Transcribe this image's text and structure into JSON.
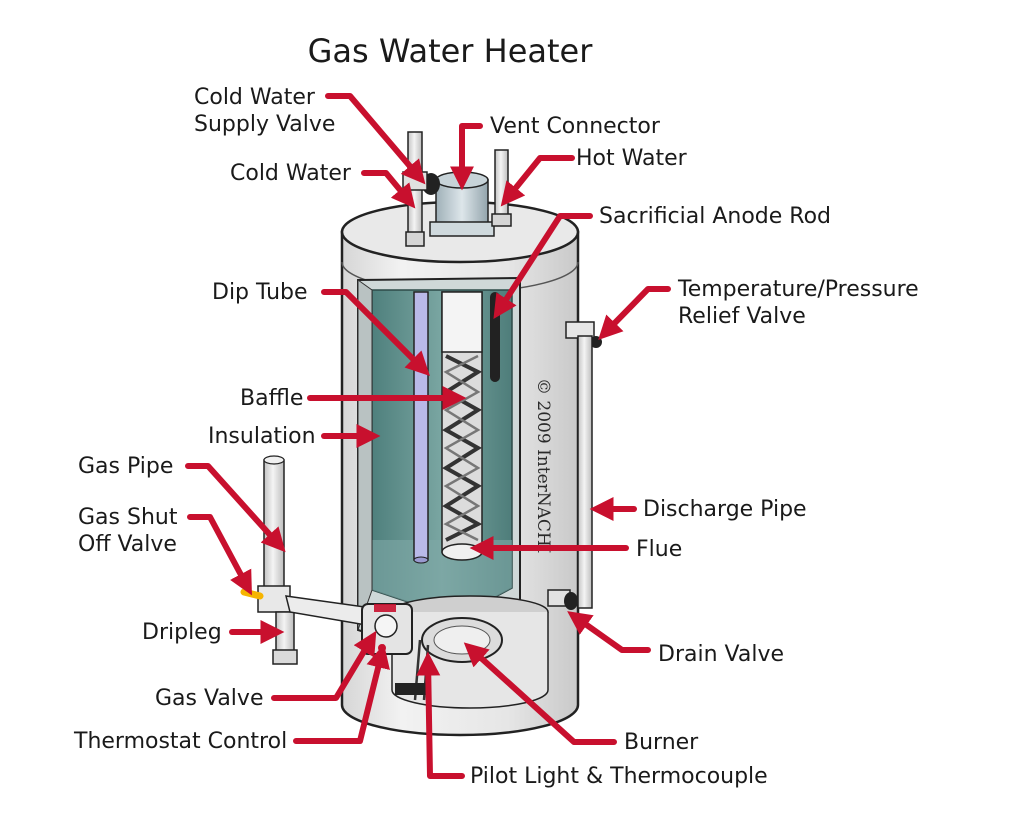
{
  "title": "Gas Water Heater",
  "watermark": "© 2009 InterNACHI",
  "colors": {
    "arrow": "#c8102e",
    "water": "#5e8f8c",
    "shell": "#e3e3e3"
  },
  "labels": {
    "cold_water_supply_valve": {
      "line1": "Cold Water",
      "line2": "Supply Valve"
    },
    "cold_water": "Cold Water",
    "vent_connector": "Vent Connector",
    "hot_water": "Hot Water",
    "sacrificial_anode_rod": "Sacrificial Anode Rod",
    "dip_tube": "Dip Tube",
    "temperature_pressure_relief_valve": {
      "line1": "Temperature/Pressure",
      "line2": "Relief Valve"
    },
    "baffle": "Baffle",
    "insulation": "Insulation",
    "gas_pipe": "Gas Pipe",
    "gas_shut_off_valve": {
      "line1": "Gas Shut",
      "line2": "Off Valve"
    },
    "discharge_pipe": "Discharge Pipe",
    "flue": "Flue",
    "dripleg": "Dripleg",
    "drain_valve": "Drain Valve",
    "gas_valve": "Gas Valve",
    "thermostat_control": "Thermostat Control",
    "burner": "Burner",
    "pilot_light_thermocouple": "Pilot Light & Thermocouple"
  }
}
